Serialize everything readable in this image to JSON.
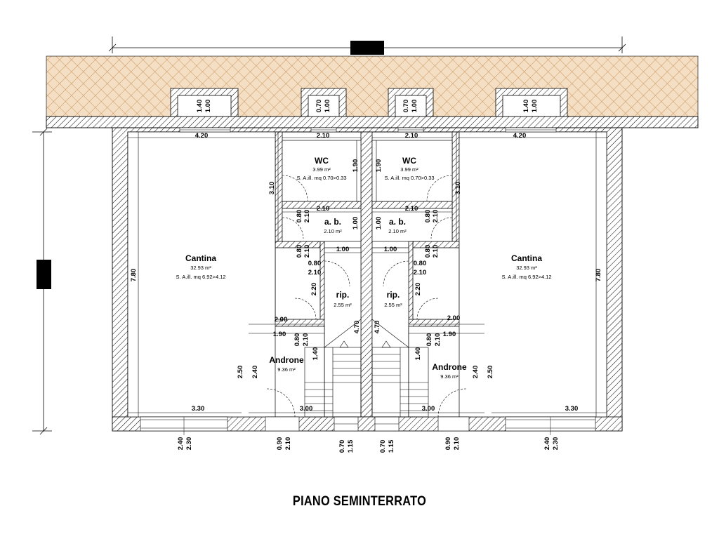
{
  "title": "PIANO SEMINTERRATO",
  "rooms": {
    "cantina": {
      "name": "Cantina",
      "area": "32.93 m²",
      "light": "S. A.ill. mq 6.92>4.12"
    },
    "wc": {
      "name": "WC",
      "area": "3.99 m²",
      "light": "S. A.ill. mq 0.70>0.33"
    },
    "ab": {
      "name": "a. b.",
      "area": "2.10 m²"
    },
    "rip": {
      "name": "rip.",
      "area": "2.55 m²"
    },
    "androne": {
      "name": "Androne",
      "area": "9.36 m²"
    }
  },
  "dims": {
    "w420": "4.20",
    "w210": "2.10",
    "w100": "1.00",
    "w200": "2.00",
    "w190": "1.90",
    "w330": "3.30",
    "w300": "3.00",
    "h780": "7.80",
    "h310": "3.10",
    "h190": "1.90",
    "h100": "1.00",
    "h080": "0.80",
    "h210": "2.10",
    "h220": "2.20",
    "h470": "4.70",
    "h140": "1.40",
    "h250": "2.50",
    "h240": "2.40",
    "v140": "1.40",
    "v070": "0.70",
    "v230": "2.30",
    "v090": "0.90",
    "v115": "1.15",
    "w420r": "4.20"
  },
  "colors": {
    "ground": "#f4dfc4",
    "ground_hatch": "#c68a4f",
    "wall": "#000000"
  }
}
